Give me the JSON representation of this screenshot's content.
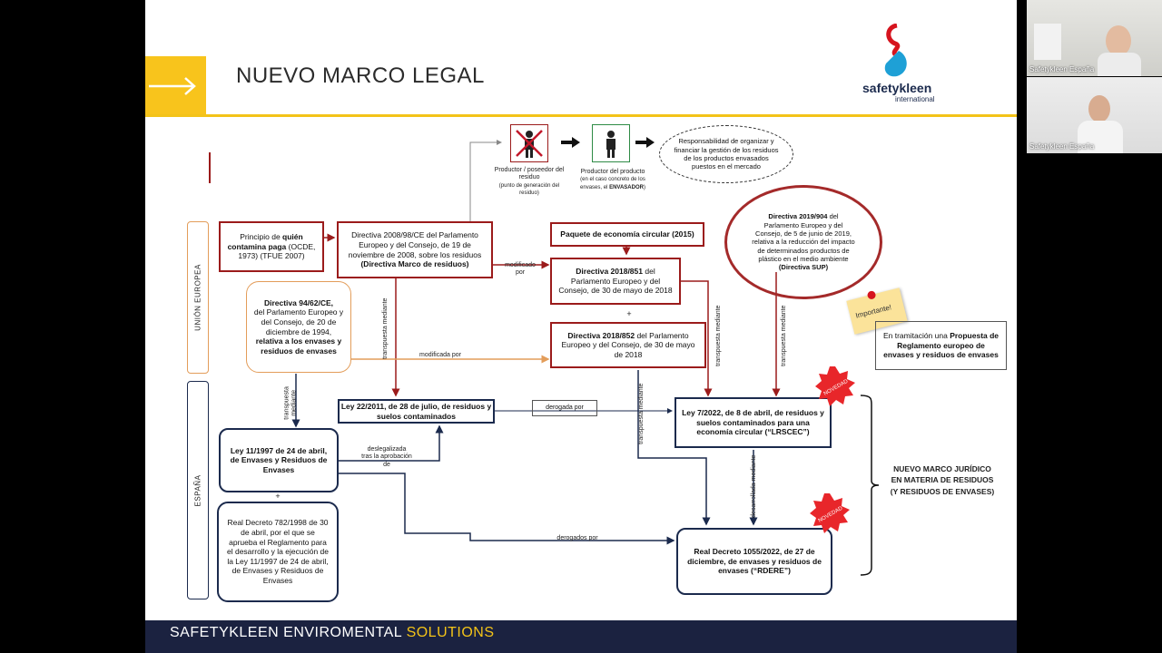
{
  "slide": {
    "title": "NUEVO MARCO LEGAL",
    "logo": {
      "name": "safetykleen",
      "sub": "international"
    },
    "footer": {
      "main": "SAFETYKLEEN ENVIROMENTAL ",
      "accent": "SOLUTIONS"
    }
  },
  "regions": {
    "eu": "UNIÓN EUROPEA",
    "es": "ESPAÑA"
  },
  "actors": {
    "producer": "Productor / poseedor del residuo",
    "producer_note": "(punto de generación del residuo)",
    "product_producer": "Productor del producto",
    "product_producer_note_pre": "(en el caso concreto de los envases, el ",
    "product_producer_note_bold": "ENVASADOR",
    "product_producer_note_post": ")",
    "responsibility": "Responsabilidad de organizar y financiar la gestión de los residuos de los productos envasados puestos en el mercado"
  },
  "boxes": {
    "principio": {
      "pre": "Principio de ",
      "bold": "quién contamina paga",
      "post": " (OCDE, 1973) (TFUE 2007)"
    },
    "dir2008": {
      "text": "Directiva 2008/98/CE del Parlamento Europeo y del Consejo, de 19 de noviembre de 2008, sobre los residuos",
      "bold": "(Directiva Marco de residuos)"
    },
    "dir94": {
      "bold1": "Directiva 94/62/CE,",
      "text": "del Parlamento Europeo y del Consejo, de 20 de diciembre de 1994,",
      "bold2": "relativa a los envases y residuos de envases"
    },
    "paquete": "Paquete de economía circular (2015)",
    "dir851": {
      "bold": "Directiva 2018/851",
      "text": " del Parlamento Europeo y del Consejo, de 30 de mayo de 2018"
    },
    "dir852": {
      "bold": "Directiva 2018/852",
      "text": " del Parlamento Europeo y del Consejo, de 30 de mayo de 2018"
    },
    "dir904": {
      "bold": "Directiva 2019/904",
      "text": " del Parlamento Europeo y del Consejo, de 5 de junio de 2019, relativa a la reducción del impacto de determinados productos de plástico en el medio ambiente",
      "bold2": "(Directiva SUP)"
    },
    "ley22": "Ley 22/2011, de 28 de julio, de residuos y suelos contaminados",
    "ley7": "Ley 7/2022, de 8 de abril, de residuos y suelos contaminados para una economía circular (“LRSCEC”)",
    "ley11": "Ley 11/1997 de 24 de abril, de Envases y Residuos de Envases",
    "rd782": "Real Decreto 782/1998 de 30 de abril, por el que se aprueba el Reglamento para el desarrollo y la ejecución de la Ley 11/1997 de 24 de abril, de Envases y Residuos de Envases",
    "rd1055": "Real Decreto 1055/2022, de 27 de diciembre, de envases y residuos de envases (“RDERE”)",
    "propuesta": {
      "pre": "En tramitación una ",
      "bold": "Propuesta de Reglamento europeo de envases y residuos de envases"
    }
  },
  "labels": {
    "modificado_por": "modificado por",
    "modificada_por": "modificada por",
    "transpuesta_mediante": "transpuesta mediante",
    "transpuesta_mediante_b": "transpuesta mediante",
    "transpuesta_mediante_c": "transpuesta mediante",
    "transpuesta_mediante_d": "transpuesta mediante",
    "transpuesta_mediante_e": "transpuesta mediante",
    "derogada_por": "derogada por",
    "derogados_por": "derogados por",
    "deslegalizada": "deslegalizada tras la aprobación de",
    "desarrollada": "desarrollada mediante",
    "plus1": "+",
    "plus2": "+",
    "novedad1": "NOVEDAD",
    "novedad2": "NOVEDAD",
    "importante": "Importante!",
    "nuevo_marco": "NUEVO MARCO JURÍDICO EN MATERIA DE RESIDUOS (Y RESIDUOS DE ENVASES)"
  },
  "participants": [
    {
      "name": "Safetykleen España"
    },
    {
      "name": "Safetykleen España"
    }
  ],
  "colors": {
    "red": "#9b1b1b",
    "navy": "#1b2a4d",
    "orange": "#e39d5a",
    "yellow": "#f3c318",
    "footer": "#1b2240"
  }
}
